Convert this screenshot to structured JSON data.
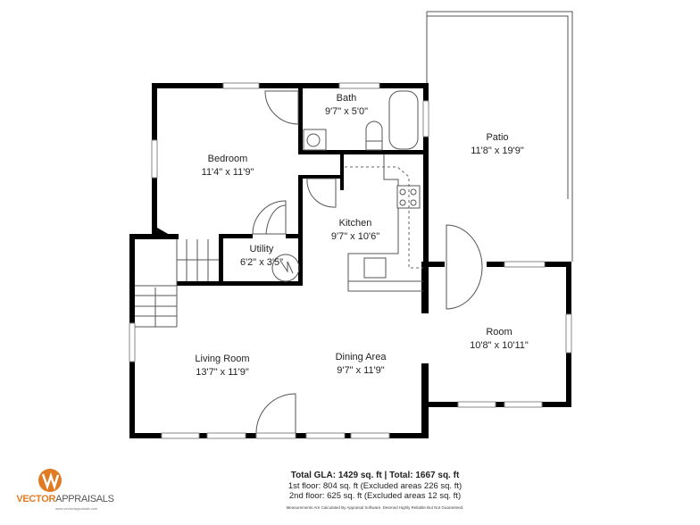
{
  "rooms": {
    "bedroom": {
      "name": "Bedroom",
      "size": "11'4\" x 11'9\""
    },
    "bath": {
      "name": "Bath",
      "size": "9'7\" x 5'0\""
    },
    "kitchen": {
      "name": "Kitchen",
      "size": "9'7\" x 10'6\""
    },
    "utility": {
      "name": "Utility",
      "size": "6'2\" x 3'5\""
    },
    "patio": {
      "name": "Patio",
      "size": "11'8\" x 19'9\""
    },
    "room": {
      "name": "Room",
      "size": "10'8\" x 10'11\""
    },
    "living": {
      "name": "Living Room",
      "size": "13'7\" x 11'9\""
    },
    "dining": {
      "name": "Dining Area",
      "size": "9'7\" x 11'9\""
    }
  },
  "summary": {
    "total": "Total GLA: 1429 sq. ft | Total: 1667 sq. ft",
    "floor1": "1st floor: 804 sq. ft (Excluded areas 226 sq. ft)",
    "floor2": "2nd floor: 625 sq. ft (Excluded areas 12 sq. ft)",
    "disclaimer": "Measurements Are Calculated By Appraisal Software. Deemed Highly Reliable But Not Guaranteed."
  },
  "logo": {
    "brand_part1": "VECTOR",
    "brand_part2": "APPRAISALS",
    "url": "www.vectorappraisals.com",
    "accent_color": "#e07b24"
  }
}
